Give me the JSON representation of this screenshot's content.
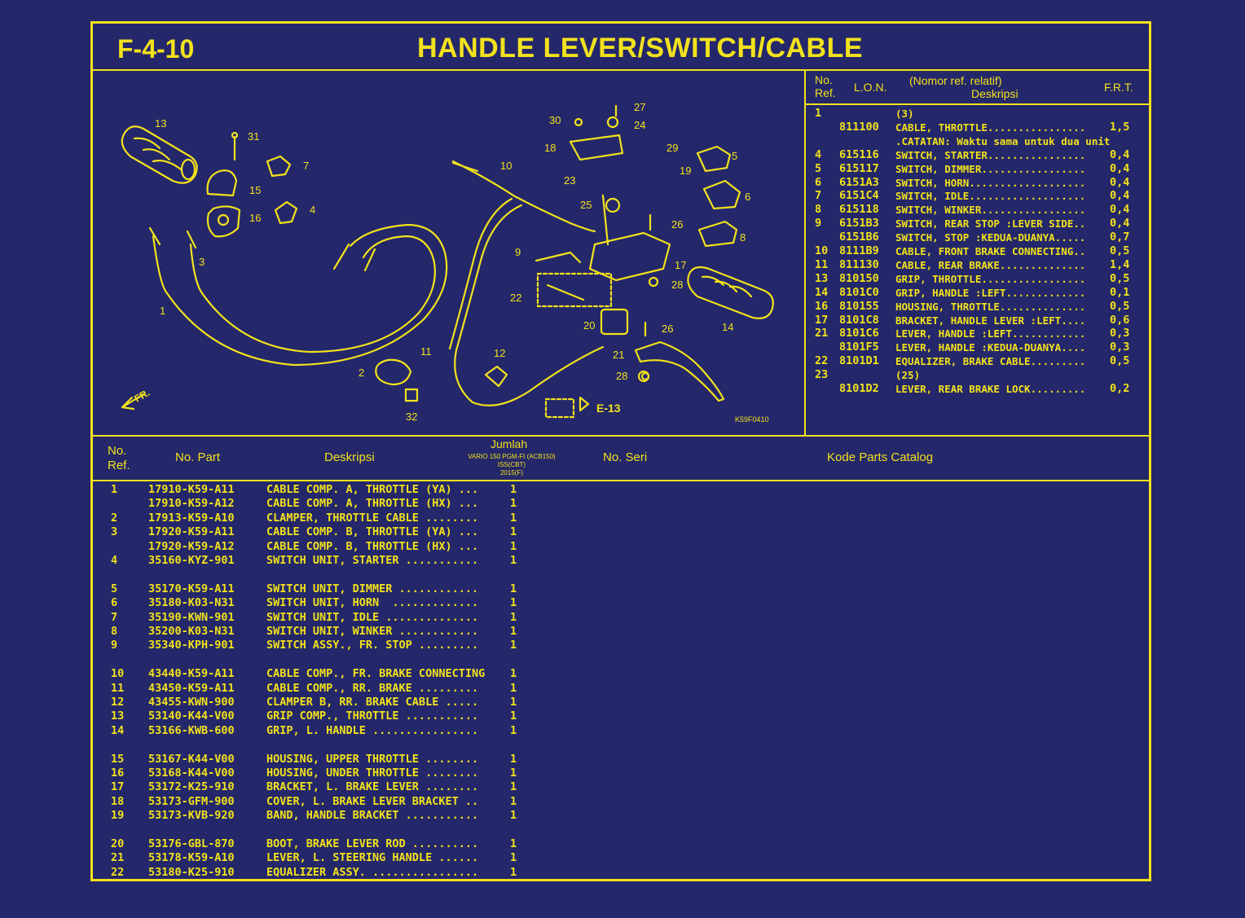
{
  "header": {
    "code": "F-4-10",
    "title": "HANDLE LEVER/SWITCH/CABLE"
  },
  "frt_table": {
    "col_ref": [
      "No.",
      "Ref."
    ],
    "col_lon": "L.O.N.",
    "col_desc": [
      "(Nomor ref. relatif)",
      "Deskripsi"
    ],
    "col_frt": "F.R.T.",
    "rows": [
      {
        "ref": "1",
        "lon": "",
        "desc": "(3)",
        "frt": ""
      },
      {
        "ref": "",
        "lon": "811100",
        "desc": "CABLE, THROTTLE................",
        "frt": "1,5"
      },
      {
        "ref": "",
        "lon": "",
        "desc": ".CATATAN: Waktu sama untuk dua unit",
        "frt": ""
      },
      {
        "ref": "4",
        "lon": "615116",
        "desc": "SWITCH, STARTER................",
        "frt": "0,4"
      },
      {
        "ref": "5",
        "lon": "615117",
        "desc": "SWITCH, DIMMER.................",
        "frt": "0,4"
      },
      {
        "ref": "6",
        "lon": "6151A3",
        "desc": "SWITCH, HORN...................",
        "frt": "0,4"
      },
      {
        "ref": "7",
        "lon": "6151C4",
        "desc": "SWITCH, IDLE...................",
        "frt": "0,4"
      },
      {
        "ref": "8",
        "lon": "615118",
        "desc": "SWITCH, WINKER.................",
        "frt": "0,4"
      },
      {
        "ref": "9",
        "lon": "6151B3",
        "desc": "SWITCH, REAR STOP :LEVER SIDE..",
        "frt": "0,4"
      },
      {
        "ref": "",
        "lon": "6151B6",
        "desc": "SWITCH, STOP :KEDUA-DUANYA.....",
        "frt": "0,7"
      },
      {
        "ref": "10",
        "lon": "8111B9",
        "desc": "CABLE, FRONT BRAKE CONNECTING..",
        "frt": "0,5"
      },
      {
        "ref": "11",
        "lon": "811130",
        "desc": "CABLE, REAR BRAKE..............",
        "frt": "1,4"
      },
      {
        "ref": "13",
        "lon": "810150",
        "desc": "GRIP, THROTTLE.................",
        "frt": "0,5"
      },
      {
        "ref": "14",
        "lon": "8101C0",
        "desc": "GRIP, HANDLE :LEFT.............",
        "frt": "0,1"
      },
      {
        "ref": "16",
        "lon": "810155",
        "desc": "HOUSING, THROTTLE..............",
        "frt": "0,5"
      },
      {
        "ref": "17",
        "lon": "8101C8",
        "desc": "BRACKET, HANDLE LEVER :LEFT....",
        "frt": "0,6"
      },
      {
        "ref": "21",
        "lon": "8101C6",
        "desc": "LEVER, HANDLE :LEFT............",
        "frt": "0,3"
      },
      {
        "ref": "",
        "lon": "8101F5",
        "desc": "LEVER, HANDLE :KEDUA-DUANYA....",
        "frt": "0,3"
      },
      {
        "ref": "22",
        "lon": "8101D1",
        "desc": "EQUALIZER, BRAKE CABLE.........",
        "frt": "0,5"
      },
      {
        "ref": "23",
        "lon": "",
        "desc": "(25)",
        "frt": ""
      },
      {
        "ref": "",
        "lon": "8101D2",
        "desc": "LEVER, REAR BRAKE LOCK.........",
        "frt": "0,2"
      }
    ]
  },
  "parts_table": {
    "col_ref": [
      "No.",
      "Ref."
    ],
    "col_part": "No. Part",
    "col_desc": "Deskripsi",
    "col_qty": "Jumlah",
    "col_qty_sub": [
      "VARIO 150 PGM-FI (ACB150)",
      "ISS(CBT)",
      "2015(F)"
    ],
    "col_serial": "No. Seri",
    "col_catalog": "Kode Parts Catalog",
    "rows": [
      {
        "ref": "1",
        "part": "17910-K59-A11",
        "desc": "CABLE COMP. A, THROTTLE (YA) ...",
        "qty": "1"
      },
      {
        "ref": "",
        "part": "17910-K59-A12",
        "desc": "CABLE COMP. A, THROTTLE (HX) ...",
        "qty": "1"
      },
      {
        "ref": "2",
        "part": "17913-K59-A10",
        "desc": "CLAMPER, THROTTLE CABLE ........",
        "qty": "1"
      },
      {
        "ref": "3",
        "part": "17920-K59-A11",
        "desc": "CABLE COMP. B, THROTTLE (YA) ...",
        "qty": "1"
      },
      {
        "ref": "",
        "part": "17920-K59-A12",
        "desc": "CABLE COMP. B, THROTTLE (HX) ...",
        "qty": "1"
      },
      {
        "ref": "4",
        "part": "35160-KYZ-901",
        "desc": "SWITCH UNIT, STARTER ...........",
        "qty": "1"
      },
      {
        "ref": "5",
        "part": "35170-K59-A11",
        "desc": "SWITCH UNIT, DIMMER ............",
        "qty": "1"
      },
      {
        "ref": "6",
        "part": "35180-K03-N31",
        "desc": "SWITCH UNIT, HORN  .............",
        "qty": "1"
      },
      {
        "ref": "7",
        "part": "35190-KWN-901",
        "desc": "SWITCH UNIT, IDLE ..............",
        "qty": "1"
      },
      {
        "ref": "8",
        "part": "35200-K03-N31",
        "desc": "SWITCH UNIT, WINKER ............",
        "qty": "1"
      },
      {
        "ref": "9",
        "part": "35340-KPH-901",
        "desc": "SWITCH ASSY., FR. STOP .........",
        "qty": "1"
      },
      {
        "ref": "10",
        "part": "43440-K59-A11",
        "desc": "CABLE COMP., FR. BRAKE CONNECTING",
        "qty": "1"
      },
      {
        "ref": "11",
        "part": "43450-K59-A11",
        "desc": "CABLE COMP., RR. BRAKE .........",
        "qty": "1"
      },
      {
        "ref": "12",
        "part": "43455-KWN-900",
        "desc": "CLAMPER B, RR. BRAKE CABLE .....",
        "qty": "1"
      },
      {
        "ref": "13",
        "part": "53140-K44-V00",
        "desc": "GRIP COMP., THROTTLE ...........",
        "qty": "1"
      },
      {
        "ref": "14",
        "part": "53166-KWB-600",
        "desc": "GRIP, L. HANDLE ................",
        "qty": "1"
      },
      {
        "ref": "15",
        "part": "53167-K44-V00",
        "desc": "HOUSING, UPPER THROTTLE ........",
        "qty": "1"
      },
      {
        "ref": "16",
        "part": "53168-K44-V00",
        "desc": "HOUSING, UNDER THROTTLE ........",
        "qty": "1"
      },
      {
        "ref": "17",
        "part": "53172-K25-910",
        "desc": "BRACKET, L. BRAKE LEVER ........",
        "qty": "1"
      },
      {
        "ref": "18",
        "part": "53173-GFM-900",
        "desc": "COVER, L. BRAKE LEVER BRACKET ..",
        "qty": "1"
      },
      {
        "ref": "19",
        "part": "53173-KVB-920",
        "desc": "BAND, HANDLE BRACKET ...........",
        "qty": "1"
      },
      {
        "ref": "20",
        "part": "53176-GBL-870",
        "desc": "BOOT, BRAKE LEVER ROD ..........",
        "qty": "1"
      },
      {
        "ref": "21",
        "part": "53178-K59-A10",
        "desc": "LEVER, L. STEERING HANDLE ......",
        "qty": "1"
      },
      {
        "ref": "22",
        "part": "53180-K25-910",
        "desc": "EQUALIZER ASSY. ................",
        "qty": "1"
      }
    ]
  },
  "diagram": {
    "callouts": [
      "13",
      "31",
      "7",
      "15",
      "4",
      "16",
      "1",
      "3",
      "2",
      "32",
      "30",
      "27",
      "24",
      "18",
      "29",
      "19",
      "23",
      "25",
      "10",
      "26",
      "9",
      "17",
      "28",
      "22",
      "20",
      "11",
      "12",
      "21",
      "5",
      "6",
      "8",
      "14",
      "26",
      "28"
    ],
    "ref_label": "E-13",
    "fr_label": "FR.",
    "figure_code": "K59F0410"
  },
  "colors": {
    "background": "#24276a",
    "line": "#f2e21c"
  }
}
